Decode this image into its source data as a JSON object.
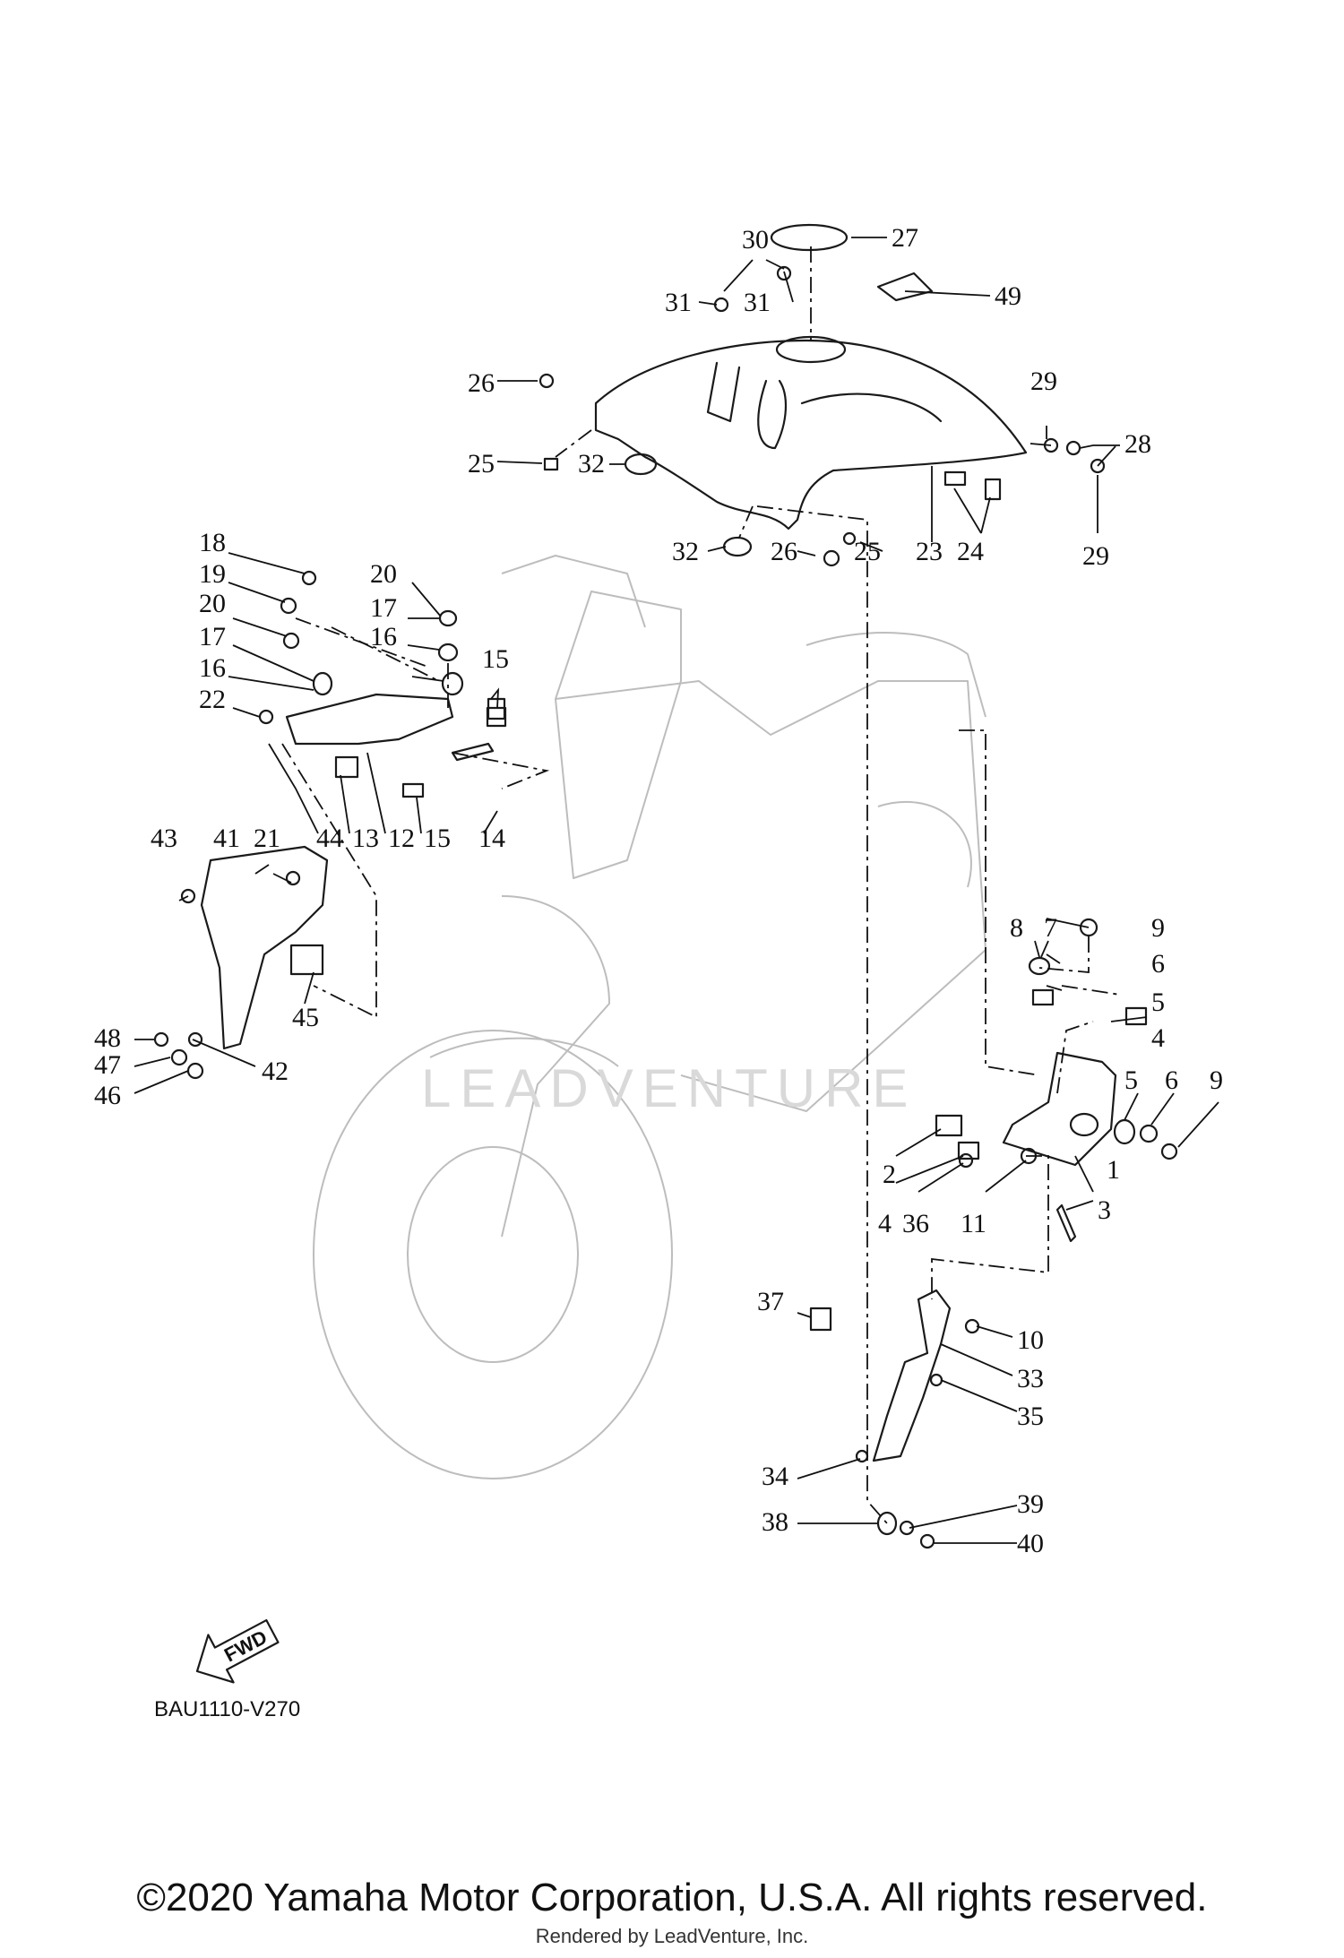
{
  "diagram": {
    "code": "BAU1110-V270",
    "fwd_label": "FWD",
    "watermark": "LEADVENTURE",
    "callouts": [
      "1",
      "2",
      "3",
      "4",
      "4",
      "4",
      "5",
      "5",
      "6",
      "6",
      "7",
      "8",
      "9",
      "9",
      "10",
      "11",
      "12",
      "13",
      "14",
      "15",
      "15",
      "16",
      "16",
      "17",
      "17",
      "18",
      "19",
      "20",
      "20",
      "21",
      "22",
      "23",
      "24",
      "25",
      "25",
      "26",
      "26",
      "27",
      "28",
      "29",
      "29",
      "30",
      "31",
      "31",
      "32",
      "32",
      "33",
      "34",
      "35",
      "36",
      "37",
      "38",
      "39",
      "40",
      "41",
      "42",
      "43",
      "44",
      "45",
      "46",
      "47",
      "48",
      "49"
    ]
  },
  "footer": {
    "copyright": "©2020 Yamaha Motor Corporation, U.S.A. All rights reserved.",
    "rendered_by": "Rendered by LeadVenture, Inc."
  }
}
